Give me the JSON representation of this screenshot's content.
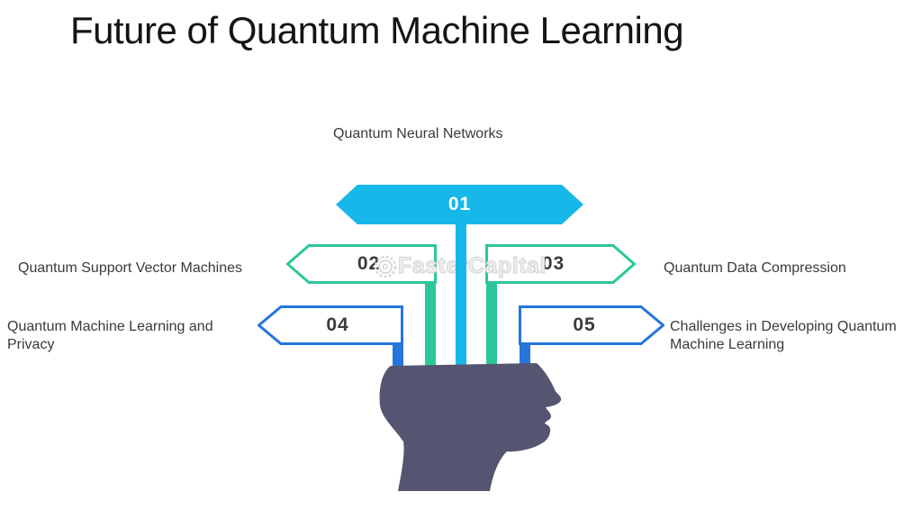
{
  "page": {
    "title": "Future of Quantum Machine Learning"
  },
  "watermark": {
    "text": "FasterCapital",
    "icon": "gear-icon",
    "color": "#d3d3d3"
  },
  "diagram": {
    "type": "mindmap-head-infographic",
    "head_color": "#555572",
    "items": [
      {
        "number": "01",
        "label": "Quantum Neural Networks",
        "color": "#18B7EA",
        "style": "filled",
        "label_position": "top"
      },
      {
        "number": "02",
        "label": "Quantum Support Vector Machines",
        "color": "#2BC79B",
        "style": "outlined",
        "label_position": "left"
      },
      {
        "number": "03",
        "label": "Quantum Data Compression",
        "color": "#2BC79B",
        "style": "outlined",
        "label_position": "right"
      },
      {
        "number": "04",
        "label": "Quantum Machine Learning and Privacy",
        "color": "#2575DC",
        "style": "outlined",
        "label_position": "left"
      },
      {
        "number": "05",
        "label": "Challenges in Developing Quantum Machine Learning",
        "color": "#2575DC",
        "style": "outlined",
        "label_position": "right"
      }
    ]
  }
}
